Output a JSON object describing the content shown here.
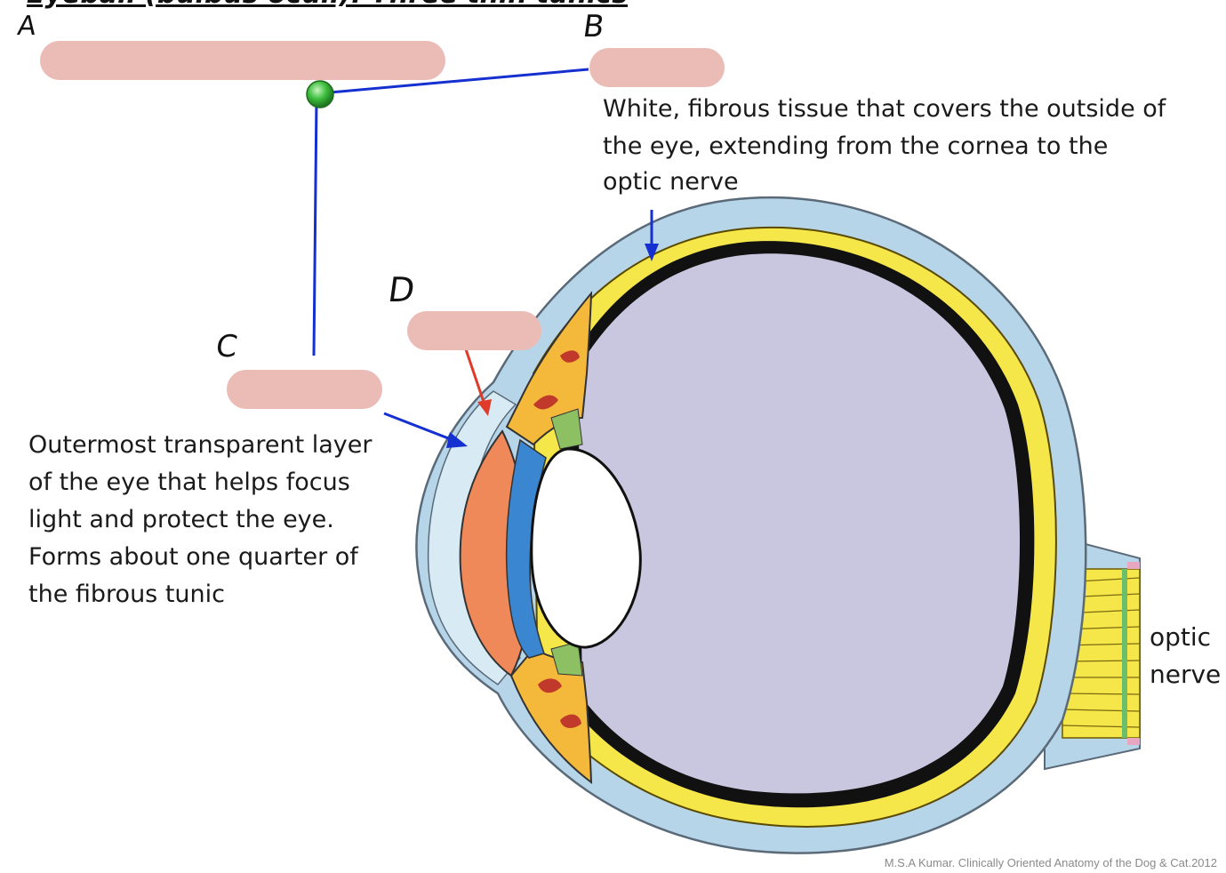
{
  "header": {
    "title": "Eyeball (bulbus oculi): Three thin tunics"
  },
  "labels": {
    "a": "A",
    "b": "B",
    "c": "C",
    "d": "D"
  },
  "descriptions": {
    "b_lines": [
      "White, fibrous tissue that covers the outside of",
      "the eye, extending from the cornea to the",
      "optic nerve"
    ],
    "c_lines": [
      "Outermost transparent layer",
      "of the eye that helps focus",
      "light and protect the eye.",
      "Forms about one quarter of",
      "the fibrous tunic"
    ]
  },
  "structure_labels": {
    "optic_nerve_lines": [
      "optic",
      "nerve"
    ]
  },
  "credit": "M.S.A Kumar. Clinically Oriented Anatomy of the Dog & Cat.2012",
  "colors": {
    "answer_blank": "#ebbcb5",
    "leader_line": "#1530d0",
    "pointer_d": "#e03a2a",
    "connector_dot": "#3fbf3f",
    "sclera": "#b7d5e8",
    "retina": "#f5e64a",
    "choroid": "#111111",
    "vitreous": "#c9c7e0",
    "iris": "#f0895a",
    "lens": "#ffffff"
  }
}
